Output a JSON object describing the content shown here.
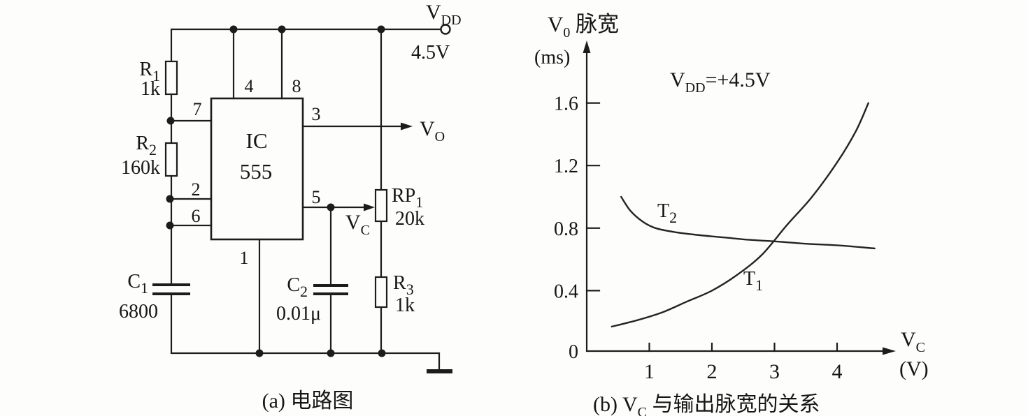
{
  "panel_a": {
    "caption": "(a) 电路图",
    "power_label": {
      "base": "V",
      "sub": "DD"
    },
    "power_voltage": "4.5V",
    "ic_label": "IC",
    "ic_model": "555",
    "pin_labels": {
      "p1": "1",
      "p2": "2",
      "p3": "3",
      "p4": "4",
      "p5": "5",
      "p6": "6",
      "p7": "7",
      "p8": "8"
    },
    "components": {
      "r1": {
        "base": "R",
        "sub": "1",
        "value": "1k"
      },
      "r2": {
        "base": "R",
        "sub": "2",
        "value": "160k"
      },
      "r3": {
        "base": "R",
        "sub": "3",
        "value": "1k"
      },
      "rp1": {
        "base": "RP",
        "sub": "1",
        "value": "20k"
      },
      "c1": {
        "base": "C",
        "sub": "1",
        "value": "6800"
      },
      "c2": {
        "base": "C",
        "sub": "2",
        "value": "0.01μ"
      }
    },
    "signal_vo": {
      "base": "V",
      "sub": "O"
    },
    "signal_vc": {
      "base": "V",
      "sub": "C"
    }
  },
  "panel_b": {
    "caption": {
      "prefix": "(b) ",
      "vc_base": "V",
      "vc_sub": "C",
      "suffix": " 与输出脉宽的关系"
    },
    "title": {
      "base": "V",
      "sub": "0",
      "rest": " 脉宽"
    },
    "y_unit": "(ms)",
    "annotation": {
      "base": "V",
      "sub": "DD",
      "rest": "=+4.5V"
    },
    "x_axis_label": {
      "base": "V",
      "sub": "C",
      "unit": "(V)"
    }
  },
  "chart_data": {
    "type": "line",
    "title": "V0 脉宽 — 输出脉宽与控制电压关系",
    "ylabel": "V0 脉宽 (ms)",
    "xlabel": "VC (V)",
    "annotation": "VDD = +4.5V",
    "xlim": [
      0,
      4.9
    ],
    "ylim": [
      0,
      2.0
    ],
    "xticks": [
      1,
      2,
      3,
      4
    ],
    "yticks": [
      0,
      0.4,
      0.8,
      1.2,
      1.6
    ],
    "grid": false,
    "legend": "inline-curve-labels",
    "series": [
      {
        "name": "T1",
        "x": [
          0.4,
          0.8,
          1.2,
          1.6,
          2.0,
          2.4,
          2.8,
          3.2,
          3.6,
          4.0,
          4.3,
          4.5
        ],
        "y": [
          0.17,
          0.21,
          0.26,
          0.33,
          0.4,
          0.5,
          0.63,
          0.82,
          1.0,
          1.22,
          1.42,
          1.6
        ]
      },
      {
        "name": "T2",
        "x": [
          0.55,
          0.7,
          0.9,
          1.1,
          1.4,
          1.8,
          2.2,
          2.6,
          3.0,
          3.5,
          4.0,
          4.6
        ],
        "y": [
          1.0,
          0.91,
          0.84,
          0.8,
          0.775,
          0.755,
          0.74,
          0.725,
          0.715,
          0.7,
          0.69,
          0.67
        ]
      }
    ]
  }
}
